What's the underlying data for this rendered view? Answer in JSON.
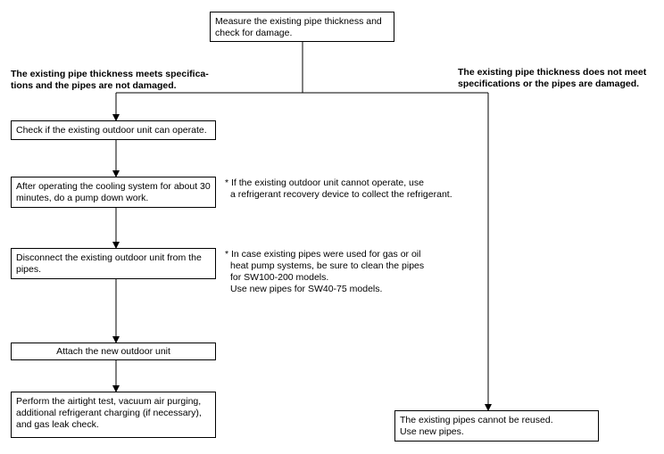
{
  "boxes": {
    "measure": [
      "Measure the existing pipe thickness and",
      "check for damage."
    ],
    "check_operate": [
      "Check if the existing outdoor unit can operate."
    ],
    "pump_down": [
      "After operating the cooling system for about 30",
      "minutes, do a pump down work."
    ],
    "disconnect": [
      "Disconnect the existing outdoor unit from the",
      "pipes."
    ],
    "attach": [
      "Attach the new outdoor unit"
    ],
    "perform": [
      "Perform the airtight test, vacuum air purging,",
      "additional refrigerant charging (if necessary),",
      "and gas leak check."
    ],
    "cannot_reuse": [
      "The existing pipes cannot be reused.",
      "Use new pipes."
    ]
  },
  "branches": {
    "left": [
      "The existing pipe thickness meets specifica-",
      "tions and the pipes are not damaged."
    ],
    "right": [
      "The existing pipe thickness does not meet",
      "specifications or the pipes are damaged."
    ]
  },
  "notes": {
    "recovery": [
      "* If the existing outdoor unit cannot operate, use",
      "a refrigerant recovery device to collect the refrigerant."
    ],
    "clean_pipes": [
      "* In case existing pipes were used for gas or oil",
      "heat pump systems, be sure to clean the pipes",
      "for SW100-200 models.",
      "Use new pipes for SW40-75 models."
    ]
  }
}
